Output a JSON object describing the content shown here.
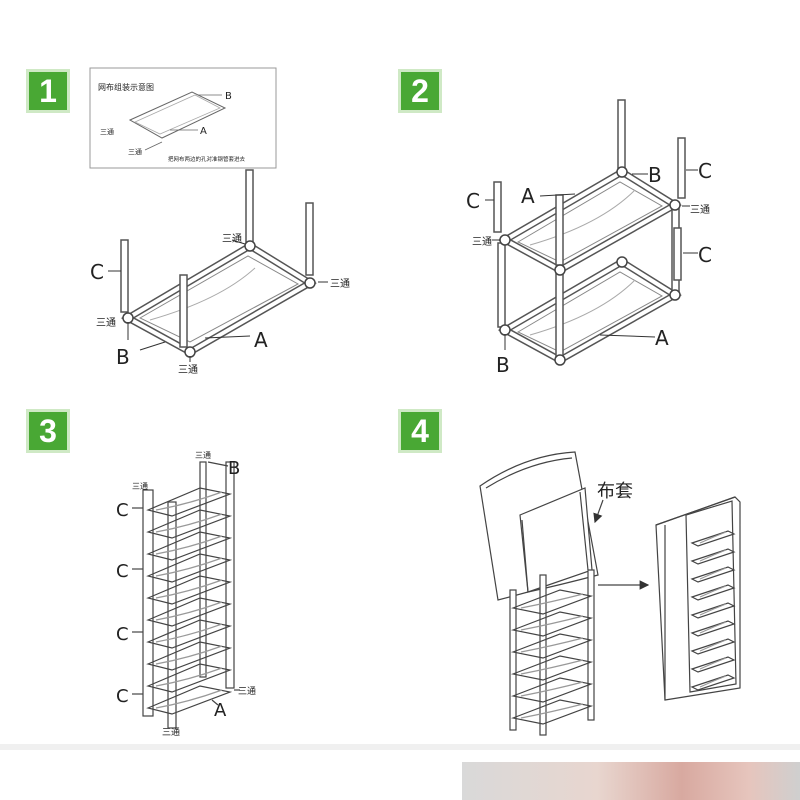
{
  "steps": [
    "1",
    "2",
    "3",
    "4"
  ],
  "inset": {
    "title": "网布组装示意图",
    "note": "把网布两边的孔对准钢管套进去",
    "label_b": "B",
    "label_a": "A",
    "label_tee1": "三通",
    "label_tee2": "三通"
  },
  "labels": {
    "a": "A",
    "b": "B",
    "c": "C",
    "tee": "三通",
    "cover": "布套"
  },
  "colors": {
    "badge": "#49a834",
    "line": "#444444"
  }
}
